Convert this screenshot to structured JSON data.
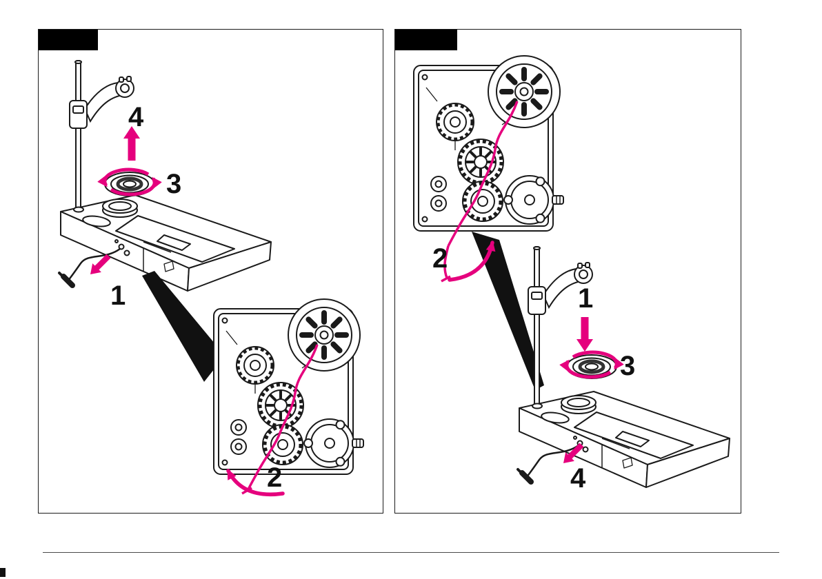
{
  "page": {
    "background": "#ffffff",
    "footer_rule": true,
    "corner_mark": ""
  },
  "colors": {
    "ink": "#1a1a1a",
    "accent_magenta": "#e5007d",
    "caption_box": "#000000"
  },
  "panels": [
    {
      "name": "left-instruction-panel",
      "caption_text": "",
      "steps": {
        "step1": "1",
        "step2": "2",
        "step3": "3",
        "step4": "4"
      }
    },
    {
      "name": "right-instruction-panel",
      "caption_text": "",
      "steps": {
        "step1": "1",
        "step2": "2",
        "step3": "3",
        "step4": "4"
      }
    }
  ],
  "icons": {
    "straight_arrow_icon": "solid magenta arrow polygon",
    "rotation_arrows_icon": "two magenta elliptical arcs with arrowheads",
    "curved_arrow_icon": "magenta curved arc with arrowhead"
  }
}
